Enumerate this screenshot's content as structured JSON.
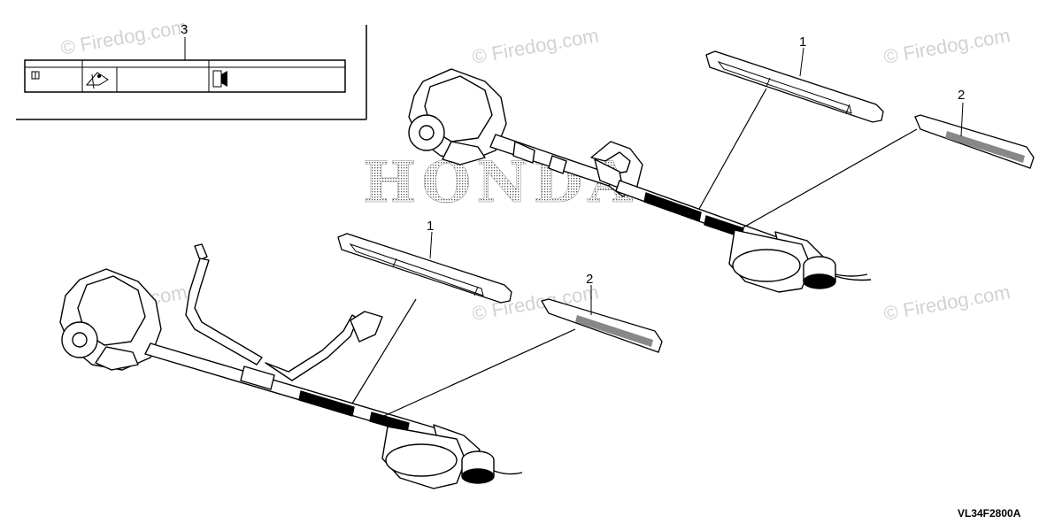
{
  "watermarks": [
    "© Firedog.com",
    "© Firedog.com",
    "© Firedog.com",
    "© Firedog.com",
    "© Firedog.com",
    "© Firedog.com"
  ],
  "background_logo": "HONDA",
  "callouts": {
    "label_panel": "3",
    "top_decal_1": "1",
    "top_decal_2": "2",
    "bottom_decal_1": "1",
    "bottom_decal_2": "2"
  },
  "part_code": "VL34F2800A"
}
